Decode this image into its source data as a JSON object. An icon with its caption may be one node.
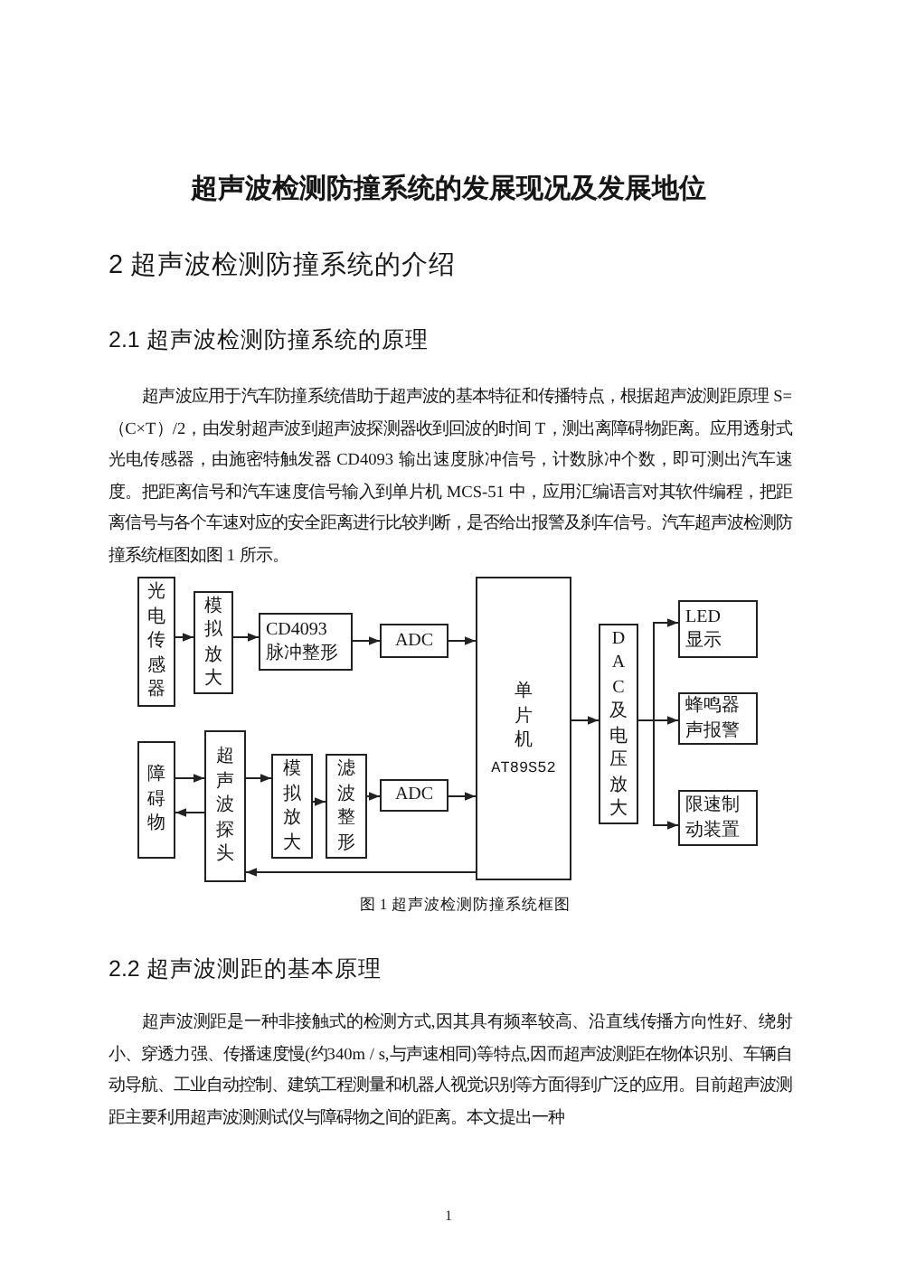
{
  "diagram": {
    "title": "超声波检测防撞系统的发展现况及发展地位",
    "caption": "图 1 超声波检测防撞系统框图",
    "nodes": [
      {
        "text": [
          "光电传感器"
        ]
      },
      {
        "text": [
          "模拟放大"
        ]
      },
      {
        "text": [
          "CD4093 脉冲整形"
        ]
      },
      {
        "text": [
          "ADC"
        ]
      },
      {
        "text": [
          "单片机",
          "AT89S52"
        ]
      },
      {
        "text": [
          "DAC及电压放大"
        ]
      },
      {
        "text": [
          "LED 显示"
        ]
      },
      {
        "text": [
          "蜂鸣器声报警"
        ]
      },
      {
        "text": [
          "限速制动装置"
        ]
      },
      {
        "text": [
          "障碍物"
        ]
      },
      {
        "text": [
          "超声波探头"
        ]
      },
      {
        "text": [
          "模拟放大"
        ]
      },
      {
        "text": [
          "滤波整形"
        ]
      },
      {
        "text": [
          "ADC"
        ]
      }
    ],
    "edges": [
      {
        "from": 0,
        "to": 1,
        "arrow": "to"
      },
      {
        "from": 1,
        "to": 2,
        "arrow": "to"
      },
      {
        "from": 2,
        "to": 3,
        "arrow": "to"
      },
      {
        "from": 3,
        "to": 4,
        "arrow": "to"
      },
      {
        "from": 9,
        "to": 10,
        "arrow": "to"
      },
      {
        "from": 10,
        "to": 9,
        "arrow": "to"
      },
      {
        "from": 10,
        "to": 11,
        "arrow": "to"
      },
      {
        "from": 11,
        "to": 12,
        "arrow": "to"
      },
      {
        "from": 12,
        "to": 13,
        "arrow": "to"
      },
      {
        "from": 13,
        "to": 4,
        "arrow": "to"
      },
      {
        "from": 4,
        "to": 10,
        "arrow": "to"
      },
      {
        "from": 4,
        "to": 5,
        "arrow": "to"
      },
      {
        "from": 5,
        "to": 6,
        "arrow": "to"
      },
      {
        "from": 5,
        "to": 7,
        "arrow": "to"
      },
      {
        "from": 5,
        "to": 8,
        "arrow": "to"
      }
    ],
    "labels": [
      "2 超声波检测防撞系统的介绍",
      "2.1 超声波检测防撞系统的原理",
      "超声波应用于汽车防撞系统借助于超声波的基本特征和传播特点，根据超声波测距原理 S=（C×T）/2，由发射超声波到超声波探测器收到回波的时间 T，测出离障碍物距离。应用透射式光电传感器，由施密特触发器 CD4093 输出速度脉冲信号，计数脉冲个数，即可测出汽车速度。把距离信号和汽车速度信号输入到单片机 MCS-51 中，应用汇编语言对其软件编程，把距离信号与各个车速对应的安全距离进行比较判断，是否给出报警及刹车信号。汽车超声波检测防撞系统框图如图 1 所示。",
      "2.2 超声波测距的基本原理",
      "超声波测距是一种非接触式的检测方式,因其具有频率较高、沿直线传播方向性好、绕射小、穿透力强、传播速度慢(约340m / s,与声速相同)等特点,因而超声波测距在物体识别、车辆自动导航、工业自动控制、建筑工程测量和机器人视觉识别等方面得到广泛的应用。目前超声波测距主要利用超声波测测试仪与障碍物之间的距离。本文提出一种",
      "1"
    ]
  }
}
